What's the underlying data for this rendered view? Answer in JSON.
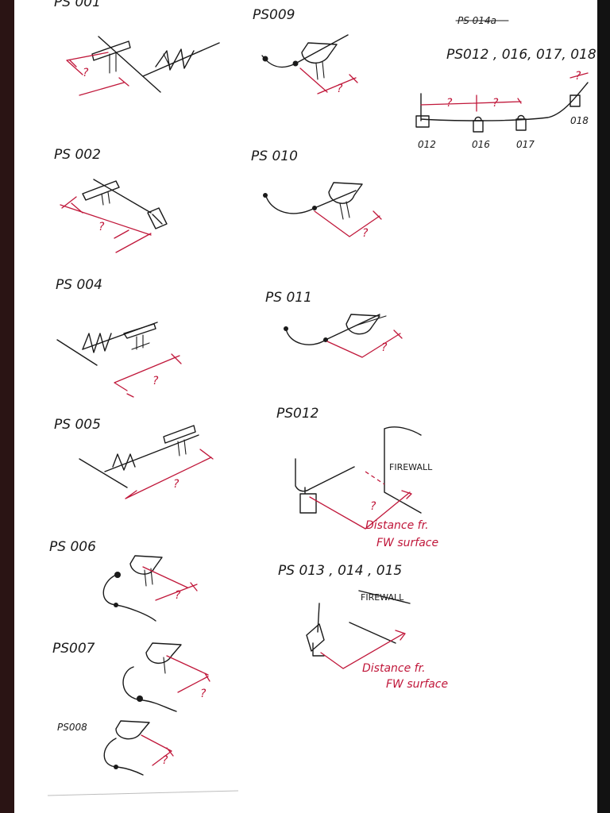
{
  "sketches": [
    {
      "id": "PS001",
      "label": "PS 001",
      "question": "?"
    },
    {
      "id": "PS002",
      "label": "PS 002",
      "question": "?"
    },
    {
      "id": "PS004",
      "label": "PS 004",
      "question": "?"
    },
    {
      "id": "PS005",
      "label": "PS 005",
      "question": "?"
    },
    {
      "id": "PS006",
      "label": "PS 006",
      "question": "?"
    },
    {
      "id": "PS007",
      "label": "PS007",
      "question": "?"
    },
    {
      "id": "PS008",
      "label": "PS008",
      "question": "?"
    },
    {
      "id": "PS009",
      "label": "PS009",
      "question": "?"
    },
    {
      "id": "PS010",
      "label": "PS 010",
      "question": "?"
    },
    {
      "id": "PS011",
      "label": "PS 011",
      "question": "?"
    },
    {
      "id": "PS012",
      "label": "PS012",
      "question": "?",
      "wall_label": "FIREWALL",
      "note_line1": "Distance fr.",
      "note_line2": "FW surface"
    },
    {
      "id": "PS013",
      "label": "PS 013 , 014 , 015",
      "wall_label": "FIREWALL",
      "note_line1": "Distance fr.",
      "note_line2": "FW surface"
    }
  ],
  "group_sketch": {
    "struck_label": "PS 014a",
    "title": "PS012 , 016, 017, 018",
    "question": "?",
    "supports": [
      "012",
      "016",
      "017",
      "018"
    ]
  },
  "colors": {
    "ink": "#1a1a1a",
    "annotation": "#c0173a",
    "paper": "#ffffff"
  }
}
